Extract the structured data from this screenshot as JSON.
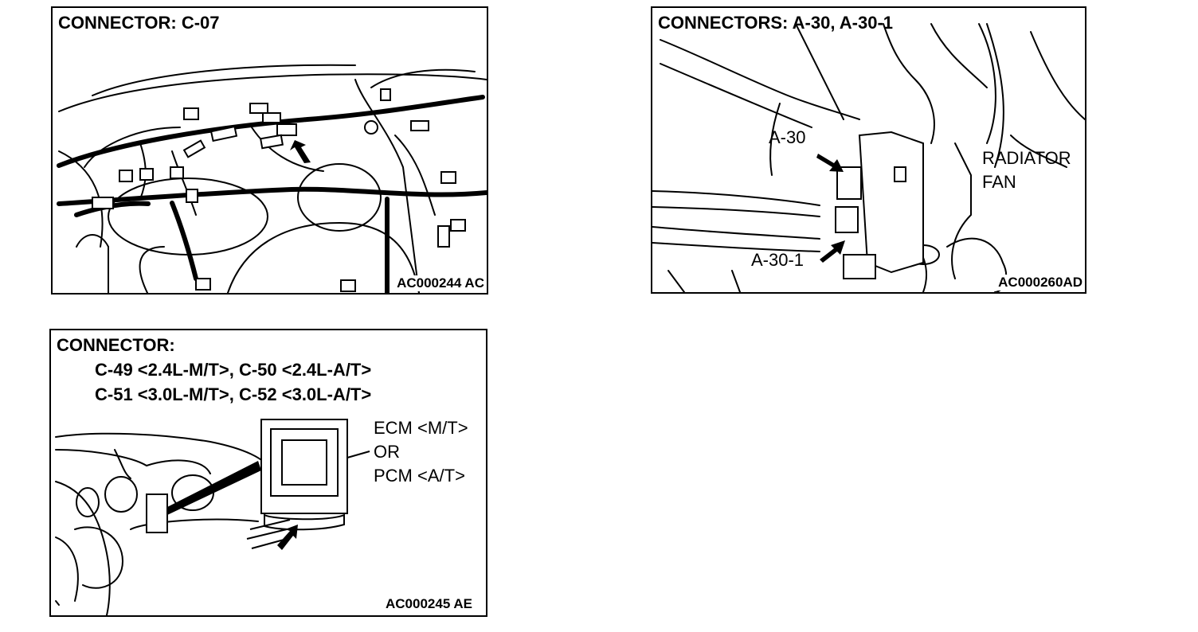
{
  "panel1": {
    "title": "CONNECTOR: C-07",
    "code": "AC000244 AC"
  },
  "panel2": {
    "title": "CONNECTORS: A-30, A-30-1",
    "callout_upper": "A-30",
    "callout_lower": "A-30-1",
    "component_line1": "RADIATOR",
    "component_line2": "FAN",
    "code": "AC000260AD"
  },
  "panel3": {
    "title": "CONNECTOR:",
    "line1": "C-49 <2.4L-M/T>, C-50 <2.4L-A/T>",
    "line2": "C-51 <3.0L-M/T>, C-52 <3.0L-A/T>",
    "module_line1": "ECM <M/T>",
    "module_line2": "OR",
    "module_line3": "PCM <A/T>",
    "code": "AC000245 AE"
  }
}
